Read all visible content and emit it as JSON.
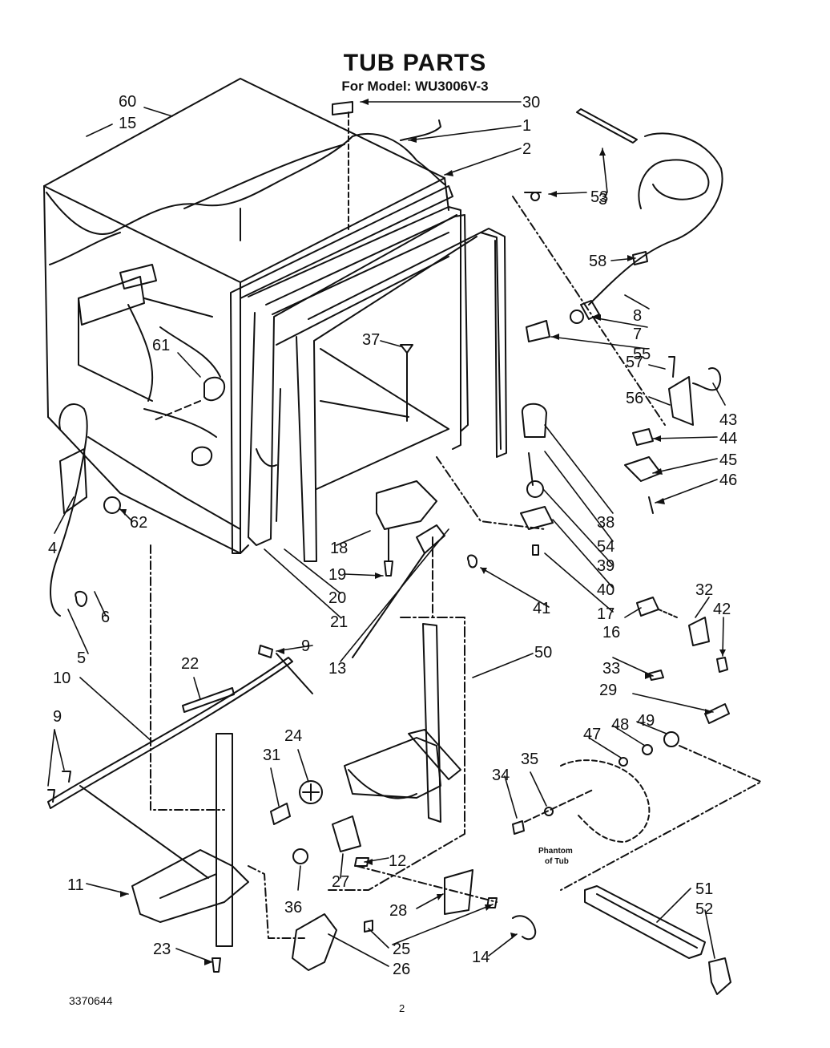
{
  "title": "TUB PARTS",
  "subtitle": "For Model: WU3006V-3",
  "footer_code": "3370644",
  "page_number": "2",
  "note_phantom": [
    "Phantom",
    "of Tub"
  ],
  "callouts": [
    "60",
    "15",
    "30",
    "1",
    "2",
    "3",
    "53",
    "58",
    "8",
    "7",
    "55",
    "37",
    "61",
    "57",
    "56",
    "43",
    "44",
    "45",
    "46",
    "38",
    "54",
    "39",
    "40",
    "17",
    "4",
    "62",
    "18",
    "19",
    "20",
    "21",
    "41",
    "32",
    "42",
    "16",
    "33",
    "5",
    "6",
    "9",
    "22",
    "13",
    "50",
    "29",
    "10",
    "9",
    "24",
    "31",
    "48",
    "49",
    "47",
    "35",
    "34",
    "12",
    "27",
    "11",
    "36",
    "28",
    "25",
    "26",
    "23",
    "14",
    "51",
    "52"
  ],
  "colors": {
    "line": "#111111",
    "background": "#ffffff"
  }
}
